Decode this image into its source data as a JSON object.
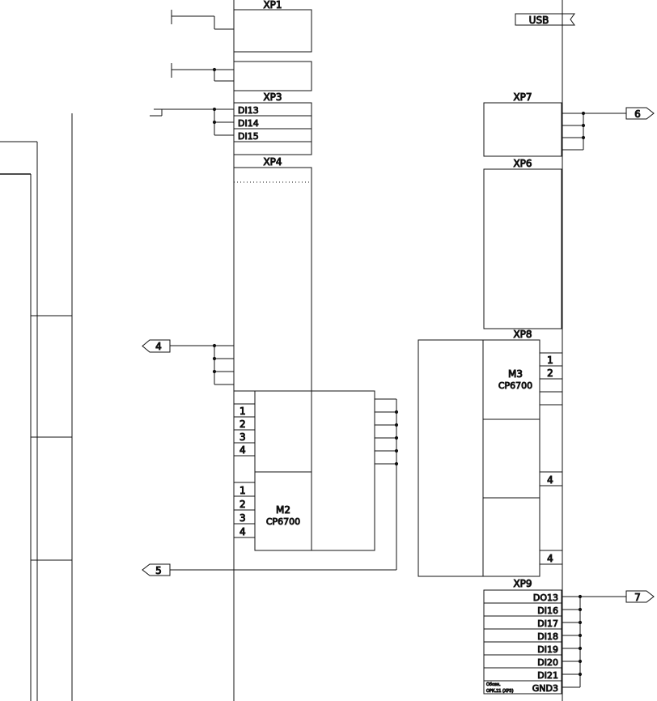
{
  "connectors": {
    "xp1": "XP1",
    "xp3": "XP3",
    "xp4": "XP4",
    "xp6": "XP6",
    "xp7": "XP7",
    "xp8": "XP8",
    "xp9": "XP9"
  },
  "xp3_pins": [
    "DI13",
    "DI14",
    "DI15"
  ],
  "xp9_pins": [
    "DO13",
    "DI16",
    "DI17",
    "DI18",
    "DI19",
    "DI20",
    "DI21",
    "GND3"
  ],
  "modules": {
    "m2": {
      "name": "M2",
      "type": "CP6700"
    },
    "m3": {
      "name": "M3",
      "type": "CP6700"
    }
  },
  "module_pins": [
    "1",
    "2",
    "3",
    "4"
  ],
  "usb_label": "USB",
  "offpage_refs": {
    "ref4": "4",
    "ref5": "5",
    "ref6": "6",
    "ref7": "7"
  },
  "stamp_text": [
    "Обозн.",
    "ОРК.21 (ХР3)"
  ]
}
